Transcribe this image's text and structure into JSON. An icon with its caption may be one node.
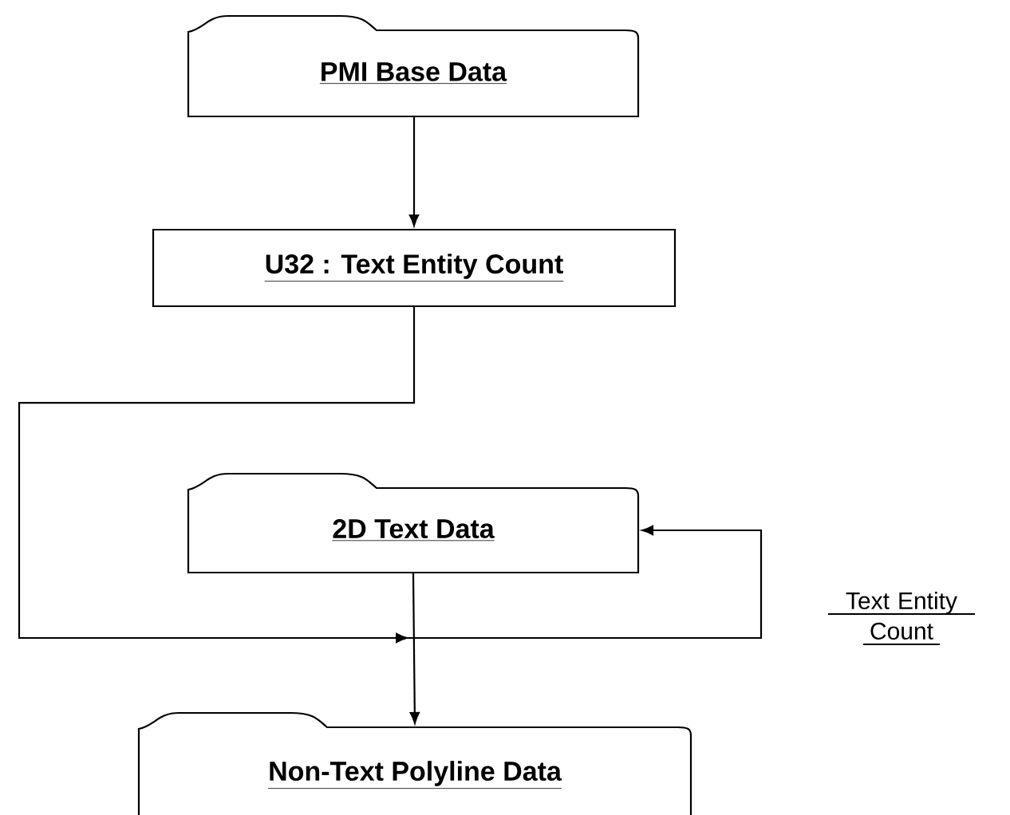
{
  "diagram": {
    "nodes": [
      {
        "text": [
          "PMI Base Data"
        ]
      },
      {
        "text": [
          "U32 : Text Entity Count"
        ]
      },
      {
        "text": [
          "2D Text Data"
        ]
      },
      {
        "text": [
          "Non-Text Polyline Data"
        ]
      }
    ],
    "edges": [
      {
        "from": 0,
        "to": 1,
        "arrow": "to"
      },
      {
        "from": 1,
        "to": 2,
        "arrow": "to",
        "label": "Text Entity Count"
      },
      {
        "from": 2,
        "to": 3,
        "arrow": "to"
      }
    ]
  }
}
